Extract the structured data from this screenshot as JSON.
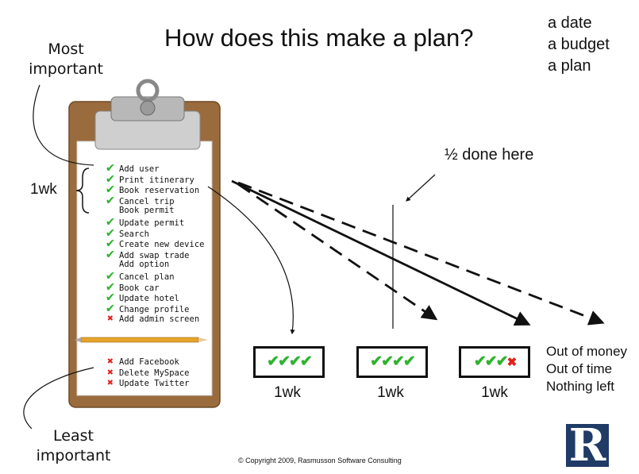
{
  "title": "How does this make a plan?",
  "outcomes": [
    "a date",
    "a budget",
    "a plan"
  ],
  "most_important": [
    "Most",
    "important"
  ],
  "least_important": [
    "Least",
    "important"
  ],
  "first_week_label": "1wk",
  "half_done_label": "½ done here",
  "main_stories": [
    {
      "label": "Add user",
      "status": "done"
    },
    {
      "label": "Print itinerary",
      "status": "done"
    },
    {
      "label": "Book reservation",
      "status": "done"
    },
    {
      "label": "Cancel trip",
      "status": "done"
    },
    {
      "label": "Book permit",
      "status": "none"
    },
    {
      "label": "Update permit",
      "status": "done"
    },
    {
      "label": "Search",
      "status": "done"
    },
    {
      "label": "Create new device",
      "status": "done"
    },
    {
      "label": "Add swap trade",
      "status": "done"
    },
    {
      "label": "Add option",
      "status": "none"
    },
    {
      "label": "Cancel plan",
      "status": "done"
    },
    {
      "label": "Book car",
      "status": "done"
    },
    {
      "label": "Update hotel",
      "status": "done"
    },
    {
      "label": "Change profile",
      "status": "done"
    },
    {
      "label": "Add admin screen",
      "status": "dropped"
    }
  ],
  "low_stories": [
    {
      "label": "Add Facebook",
      "status": "dropped"
    },
    {
      "label": "Delete MySpace",
      "status": "dropped"
    },
    {
      "label": "Update Twitter",
      "status": "dropped"
    }
  ],
  "iterations": [
    {
      "label": "1wk",
      "checks": 4,
      "crosses": 0
    },
    {
      "label": "1wk",
      "checks": 4,
      "crosses": 0
    },
    {
      "label": "1wk",
      "checks": 3,
      "crosses": 1
    }
  ],
  "results": [
    "Out of money",
    "Out of time",
    "Nothing left"
  ],
  "copyright": "© Copyright 2009, Rasmusson Software Consulting",
  "logo_letter": "R",
  "colors": {
    "check": "#2fb32f",
    "cross": "#e0211a",
    "clipboard": "#9a6b3c",
    "logo": "#1f3b66"
  }
}
